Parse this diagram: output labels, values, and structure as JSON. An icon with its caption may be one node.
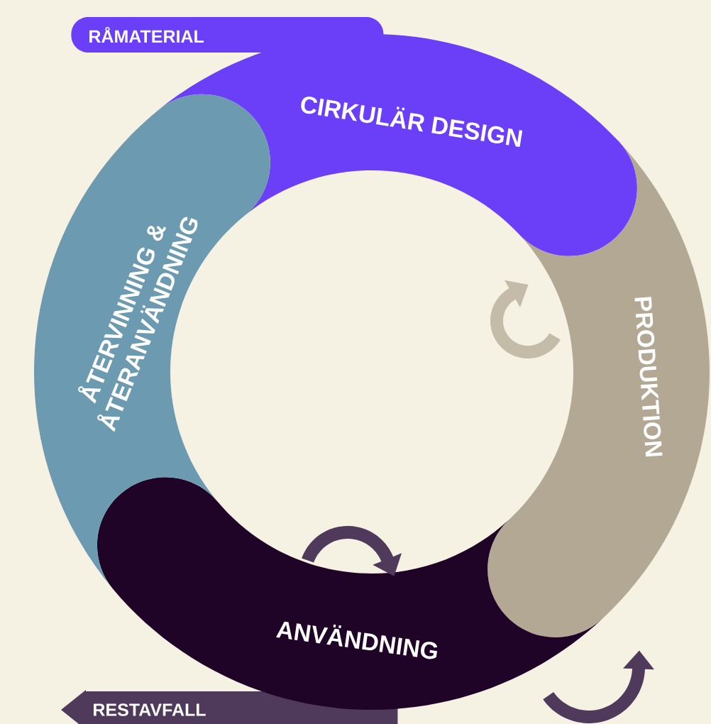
{
  "diagram": {
    "nodes": [
      {
        "text": [
          "CIRKULÄR DESIGN"
        ]
      },
      {
        "text": [
          "PRODUKTION"
        ]
      },
      {
        "text": [
          "ANVÄNDNING"
        ]
      },
      {
        "text": [
          "ÅTERVINNING & ÅTERANVÄNDNING"
        ]
      },
      {
        "text": [
          "RÅMATERIAL"
        ]
      },
      {
        "text": [
          "RESTAVFALL"
        ]
      }
    ]
  }
}
